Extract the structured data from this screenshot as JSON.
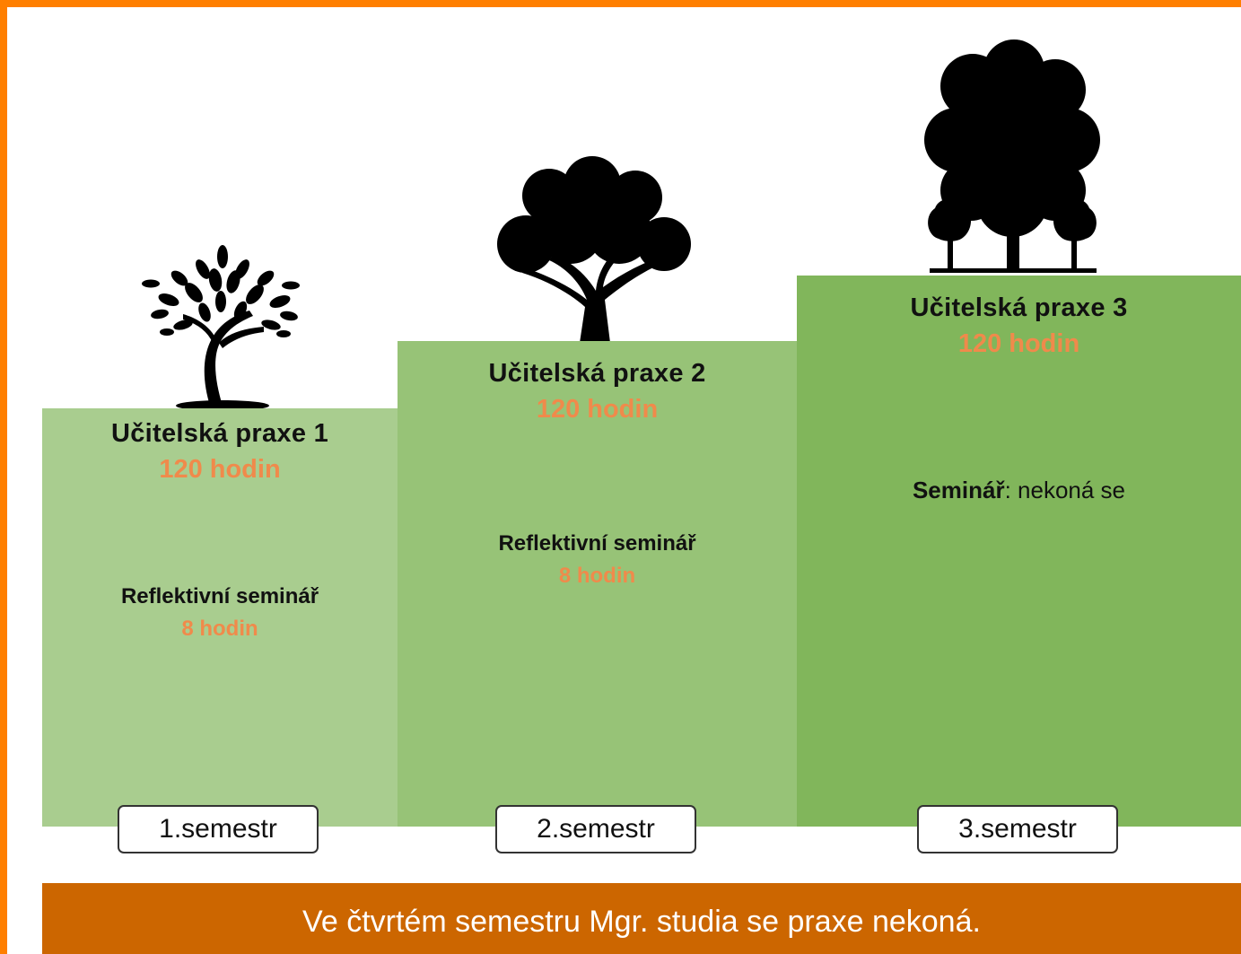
{
  "colors": {
    "frame": "#ff7f00",
    "step_1": "#a9cd8f",
    "step_2": "#97c377",
    "step_3": "#81b65b",
    "hours_accent": "#f08a4b",
    "footer": "#cc6600",
    "tree": "#000000"
  },
  "steps": [
    {
      "title": "Učitelská praxe 1",
      "hours": "120 hodin",
      "seminar_label": "Reflektivní seminář",
      "seminar_hours": "8 hodin",
      "semester": "1.semestr",
      "icon": "sapling-icon"
    },
    {
      "title": "Učitelská praxe 2",
      "hours": "120 hodin",
      "seminar_label": "Reflektivní seminář",
      "seminar_hours": "8 hodin",
      "semester": "2.semestr",
      "icon": "tree-icon"
    },
    {
      "title": "Učitelská praxe 3",
      "hours": "120 hodin",
      "seminar_label": "Seminář",
      "seminar_note": ": nekoná se",
      "semester": "3.semestr",
      "icon": "large-tree-icon"
    }
  ],
  "footer": {
    "text": "Ve čtvrtém semestru Mgr. studia se praxe nekoná."
  }
}
